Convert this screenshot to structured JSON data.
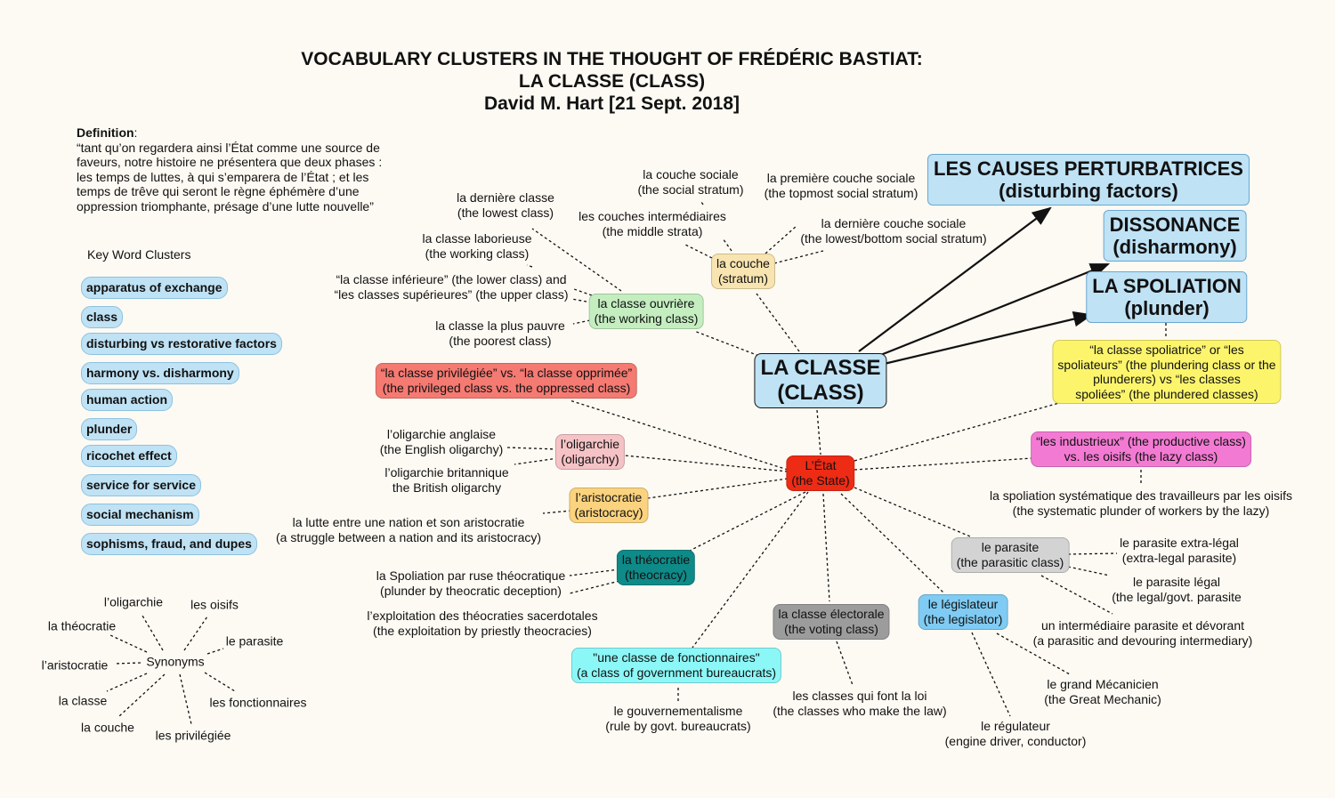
{
  "title": {
    "line1": "VOCABULARY CLUSTERS IN THE THOUGHT OF FRÉDÉRIC BASTIAT:",
    "line2": "LA CLASSE (CLASS)",
    "line3": "David M. Hart [21 Sept. 2018]"
  },
  "definition": {
    "label": "Definition",
    "text": "“tant qu’on regardera ainsi l’État comme une source de faveurs, notre histoire ne présentera que deux phases : les temps de luttes, à qui s’emparera de l’État ; et les temps de trêve qui seront le règne éphémère d’une oppression triomphante, présage d’une lutte nouvelle”"
  },
  "key_words": {
    "header": "Key Word Clusters",
    "items": [
      "apparatus of exchange",
      "class",
      "disturbing vs restorative factors",
      "harmony vs. disharmony",
      "human action",
      "plunder",
      "ricochet effect",
      "service for service",
      "social mechanism",
      "sophisms, fraud, and dupes"
    ]
  },
  "synonyms": {
    "center": "Synonyms",
    "terms": [
      "l’oligarchie",
      "les oisifs",
      "le parasite",
      "les fonctionnaires",
      "les privilégiée",
      "la couche",
      "la classe",
      "l’aristocratie",
      "la théocratie"
    ]
  },
  "colors": {
    "blue": "#bfe2f5",
    "yellow_pale": "#f8e4b0",
    "green": "#c4eec0",
    "red_salmon": "#f47a72",
    "pink": "#f5c2c6",
    "orange": "#fbd37e",
    "teal": "#0e8a88",
    "red_state": "#ee2b14",
    "yellow": "#fcf56c",
    "magenta": "#f37ad3",
    "grey": "#d3d3d3",
    "dark_grey": "#9c9c9c",
    "sky": "#7fcbf3",
    "cyan": "#8cf7f7"
  },
  "map": {
    "center": {
      "line1": "LA CLASSE",
      "line2": "(CLASS)"
    },
    "causes": {
      "line1": "LES CAUSES PERTURBATRICES",
      "line2": "(disturbing factors)"
    },
    "dissonance": {
      "line1": "DISSONANCE",
      "line2": "(disharmony)"
    },
    "spoliation": {
      "line1": "LA SPOLIATION",
      "line2": "(plunder)"
    },
    "couche": {
      "line1": "la couche",
      "line2": "(stratum)"
    },
    "ouvriere": {
      "line1": "la classe ouvrière",
      "line2": "(the working class)"
    },
    "etat": {
      "line1": "L’État",
      "line2": "(the State)"
    },
    "privilegiee": {
      "line1": "“la classe privilégiée” vs. “la classe opprimée”",
      "line2": "(the privileged class vs. the oppressed class)"
    },
    "oligarchie": {
      "line1": "l’oligarchie",
      "line2": "(oligarchy)"
    },
    "aristocratie": {
      "line1": "l’aristocratie",
      "line2": "(aristocracy)"
    },
    "theocratie": {
      "line1": "la théocratie",
      "line2": "(theocracy)"
    },
    "fonctionnaires": {
      "line1": "\"une classe de fonctionnaires\"",
      "line2": "(a class of government bureaucrats)"
    },
    "electorale": {
      "line1": "la classe électorale",
      "line2": "(the voting class)"
    },
    "legislateur": {
      "line1": "le législateur",
      "line2": "(the legislator)"
    },
    "parasite": {
      "line1": "le parasite",
      "line2": "(the parasitic class)"
    },
    "industrieux": {
      "line1": "“les industrieux” (the productive class)",
      "line2": "vs. les oisifs (the lazy class)"
    },
    "spoliatrice": {
      "line1": "“la classe spoliatrice” or “les",
      "line2": "spoliateurs” (the plundering class or the",
      "line3": "plunderers) vs “les classes",
      "line4": "spoliées” (the plundered classes)"
    }
  },
  "labels": {
    "couche_sociale": {
      "line1": "la couche sociale",
      "line2": "(the social stratum)"
    },
    "premiere_couche": {
      "line1": "la première couche sociale",
      "line2": "(the topmost social stratum)"
    },
    "couches_inter": {
      "line1": "les couches intermédiaires",
      "line2": "(the middle strata)"
    },
    "derniere_couche": {
      "line1": "la dernière couche sociale",
      "line2": "(the lowest/bottom social stratum)"
    },
    "derniere_classe": {
      "line1": "la dernière classe",
      "line2": "(the lowest class)"
    },
    "laborieuse": {
      "line1": "la classe laborieuse",
      "line2": "(the working class)"
    },
    "inferieure": {
      "line1": "“la classe inférieure” (the lower class) and",
      "line2": "“les classes supérieures” (the upper class)"
    },
    "plus_pauvre": {
      "line1": "la classe la plus pauvre",
      "line2": "(the poorest class)"
    },
    "olig_anglaise": {
      "line1": "l’oligarchie anglaise",
      "line2": "(the English oligarchy)"
    },
    "olig_britannique": {
      "line1": "l’oligarchie britannique",
      "line2": "the British oligarchy"
    },
    "lutte": {
      "line1": "la lutte entre une nation et son aristocratie",
      "line2": "(a struggle between a nation and its aristocracy)"
    },
    "ruse": {
      "line1": "la Spoliation par ruse théocratique",
      "line2": "(plunder by theocratic deception)"
    },
    "exploitation": {
      "line1": "l’exploitation des théocraties sacerdotales",
      "line2": "(the exploitation by priestly theocracies)"
    },
    "gouvernementalisme": {
      "line1": "le gouvernementalisme",
      "line2": "(rule by govt. bureaucrats)"
    },
    "font_la_loi": {
      "line1": "les classes qui font la loi",
      "line2": "(the classes who make the law)"
    },
    "regulateur": {
      "line1": "le régulateur",
      "line2": "(engine driver, conductor)"
    },
    "mecanicien": {
      "line1": "le grand Mécanicien",
      "line2": "(the Great Mechanic)"
    },
    "intermediaire": {
      "line1": "un intermédiaire parasite et dévorant",
      "line2": "(a parasitic and devouring intermediary)"
    },
    "extra_legal": {
      "line1": "le parasite extra-légal",
      "line2": "(extra-legal parasite)"
    },
    "legal": {
      "line1": "le parasite légal",
      "line2": "(the legal/govt. parasite"
    },
    "systematique": {
      "line1": "la spoliation systématique des travailleurs par les oisifs",
      "line2": "(the systematic plunder of workers by the lazy)"
    }
  }
}
